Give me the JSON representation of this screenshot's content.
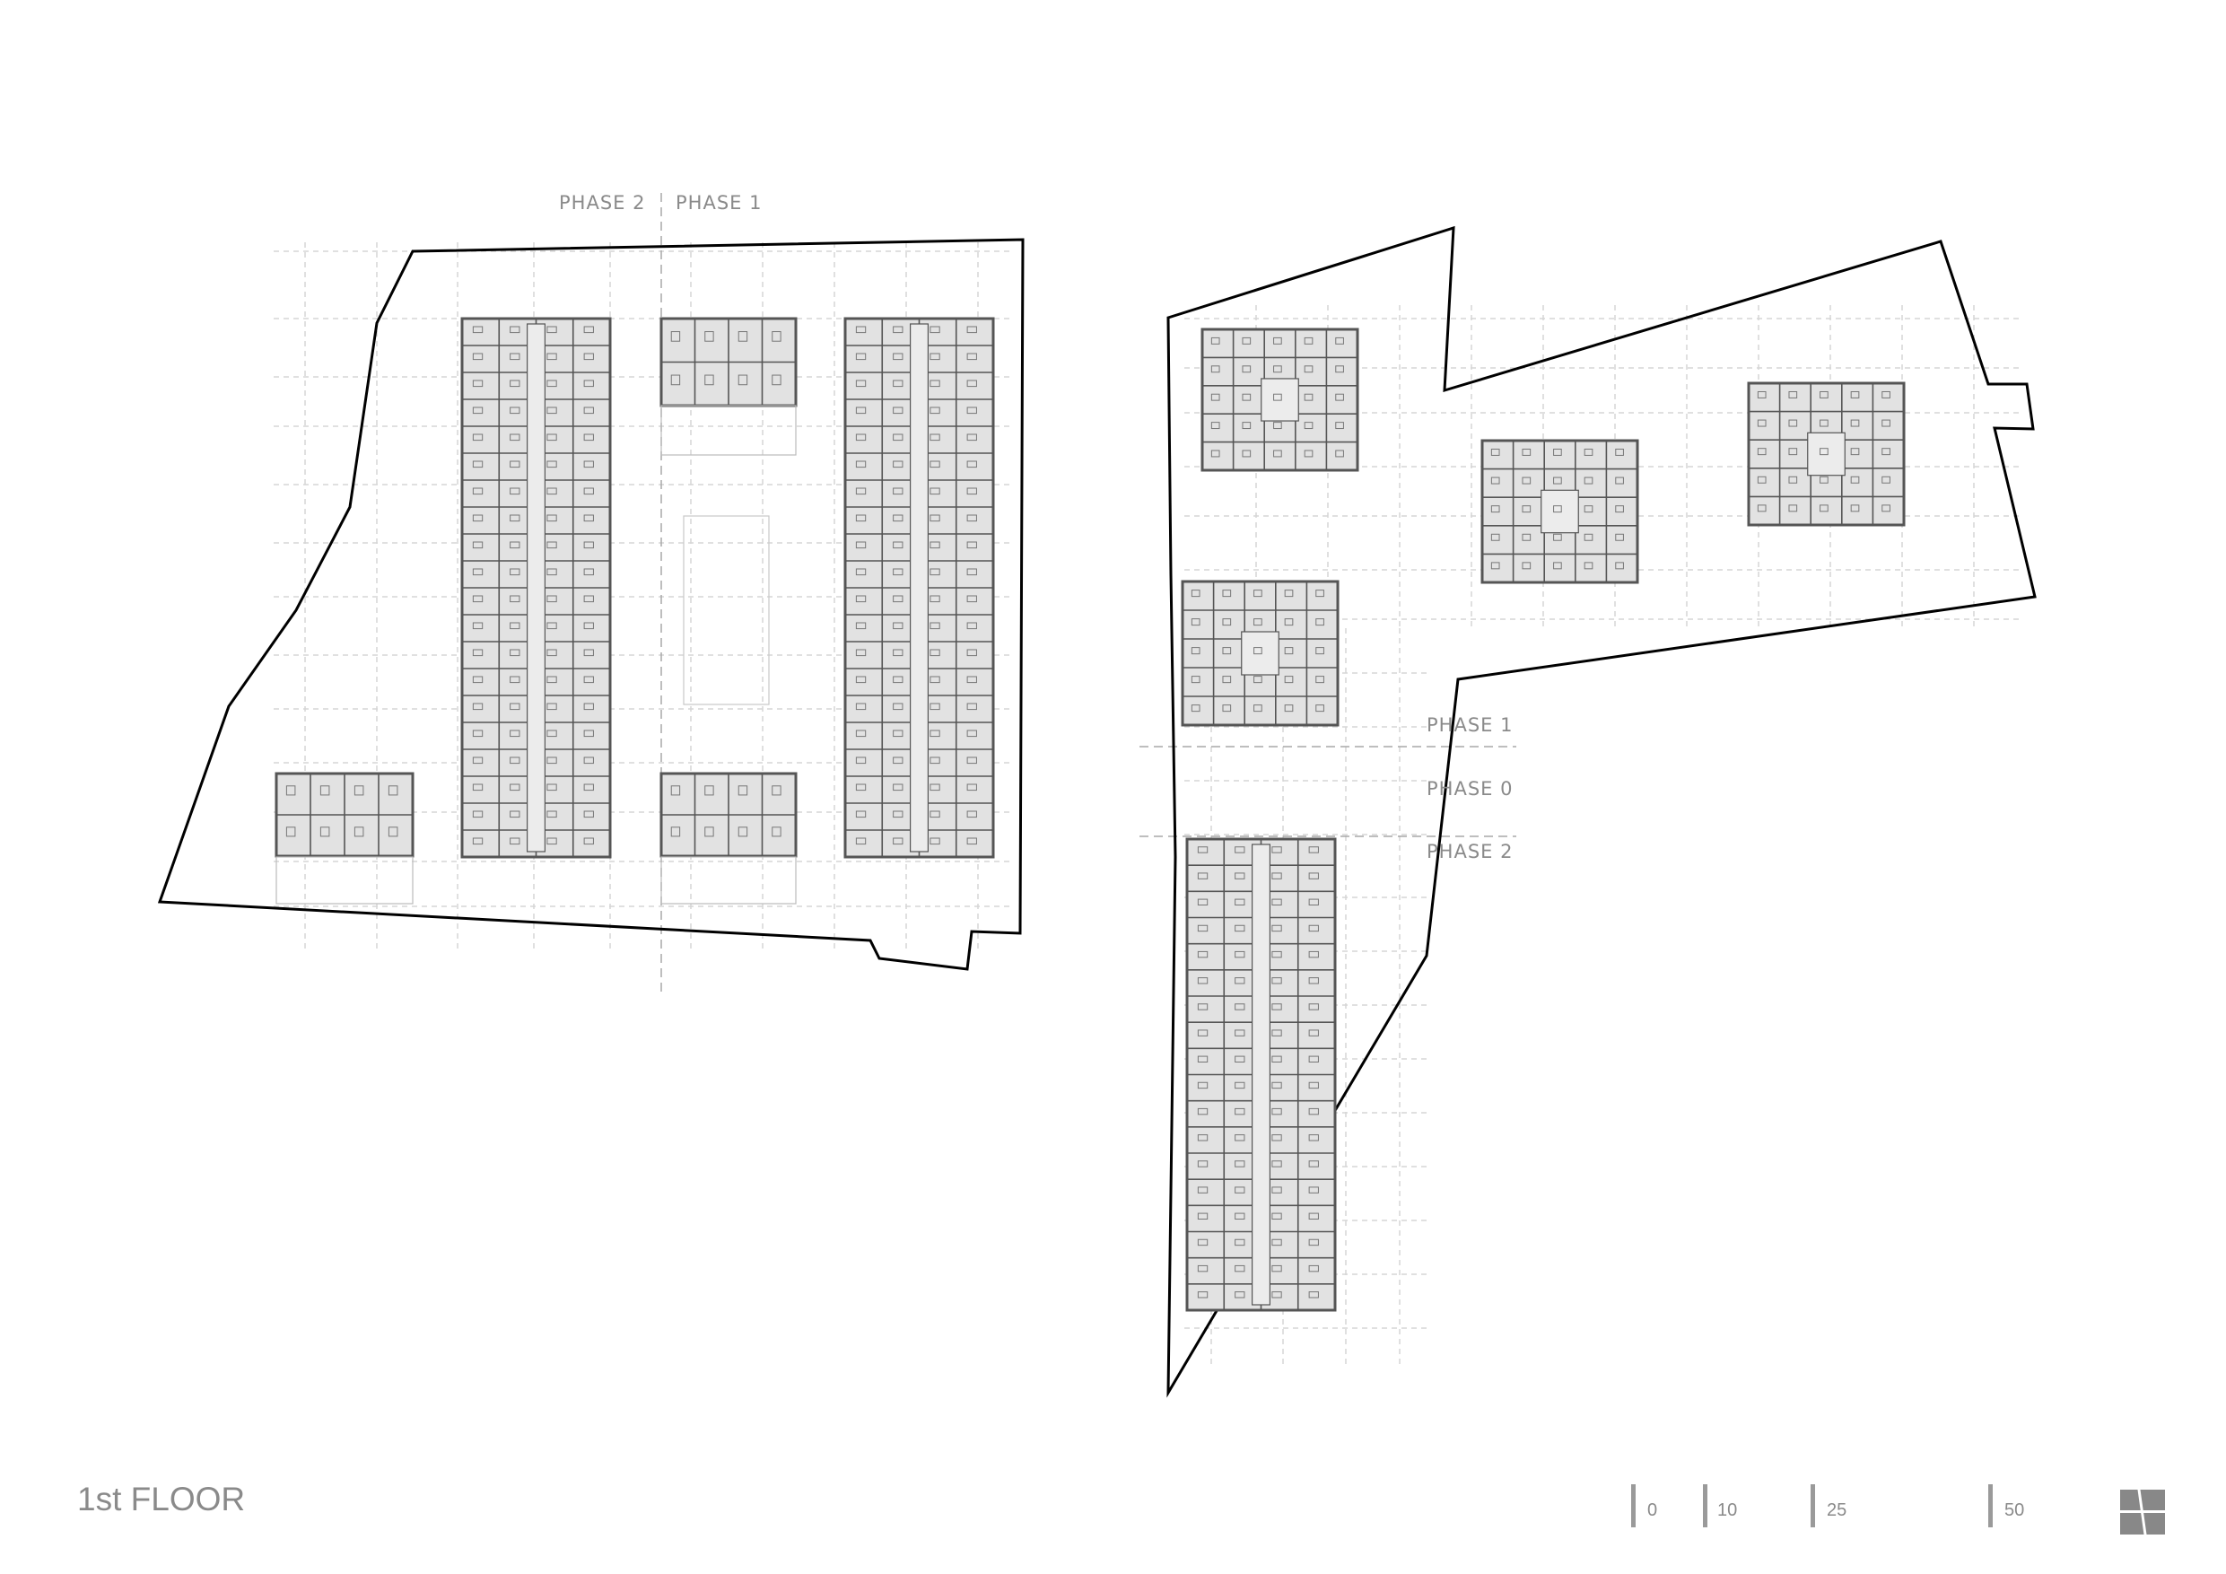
{
  "sheet": {
    "title": "1st FLOOR"
  },
  "phase_labels": {
    "west_phase_2": "PHASE 2",
    "west_phase_1": "PHASE 1",
    "east_phase_1": "PHASE 1",
    "east_phase_0": "PHASE 0",
    "east_phase_2": "PHASE 2"
  },
  "scale_bar": {
    "labels": [
      "0",
      "10",
      "25",
      "50"
    ]
  },
  "colors": {
    "site_outline": "#000000",
    "grid_line": "#d6d6d6",
    "building_fill": "#e2e2e2",
    "building_wall": "#555555",
    "label_gray": "#8a8a8a"
  },
  "icons": {
    "logo": "office-logo-icon"
  }
}
